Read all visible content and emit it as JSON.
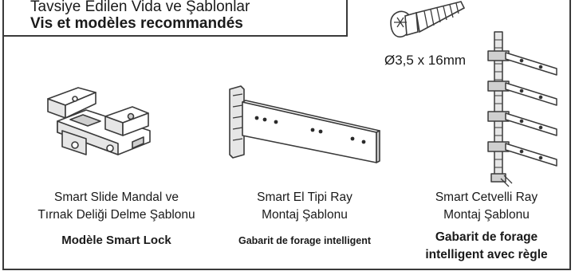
{
  "header": {
    "title_tr": "Tavsiye Edilen Vida ve Şablonlar",
    "title_fr": "Vis et modèles recommandés"
  },
  "screw": {
    "size_label": "Ø3,5 x 16mm"
  },
  "products": [
    {
      "name_tr_line1": "Smart Slide Mandal ve",
      "name_tr_line2": "Tırnak Deliği Delme Şablonu",
      "name_fr_line1": "Modèle Smart Lock",
      "name_fr_line2": ""
    },
    {
      "name_tr_line1": "Smart El Tipi Ray",
      "name_tr_line2": "Montaj Şablonu",
      "name_fr_line1": "Gabarit de forage intelligent",
      "name_fr_line2": ""
    },
    {
      "name_tr_line1": "Smart Cetvelli Ray",
      "name_tr_line2": "Montaj Şablonu",
      "name_fr_line1": "Gabarit de forage",
      "name_fr_line2": "intelligent avec règle"
    }
  ],
  "colors": {
    "line": "#3a3a3a",
    "text": "#1a1a1a",
    "part_fill": "#ffffff",
    "shade": "#cfcfcf"
  },
  "icons": [
    "screw-icon",
    "slide-lock-template-icon",
    "handheld-rail-template-icon",
    "ruler-rail-template-icon"
  ]
}
